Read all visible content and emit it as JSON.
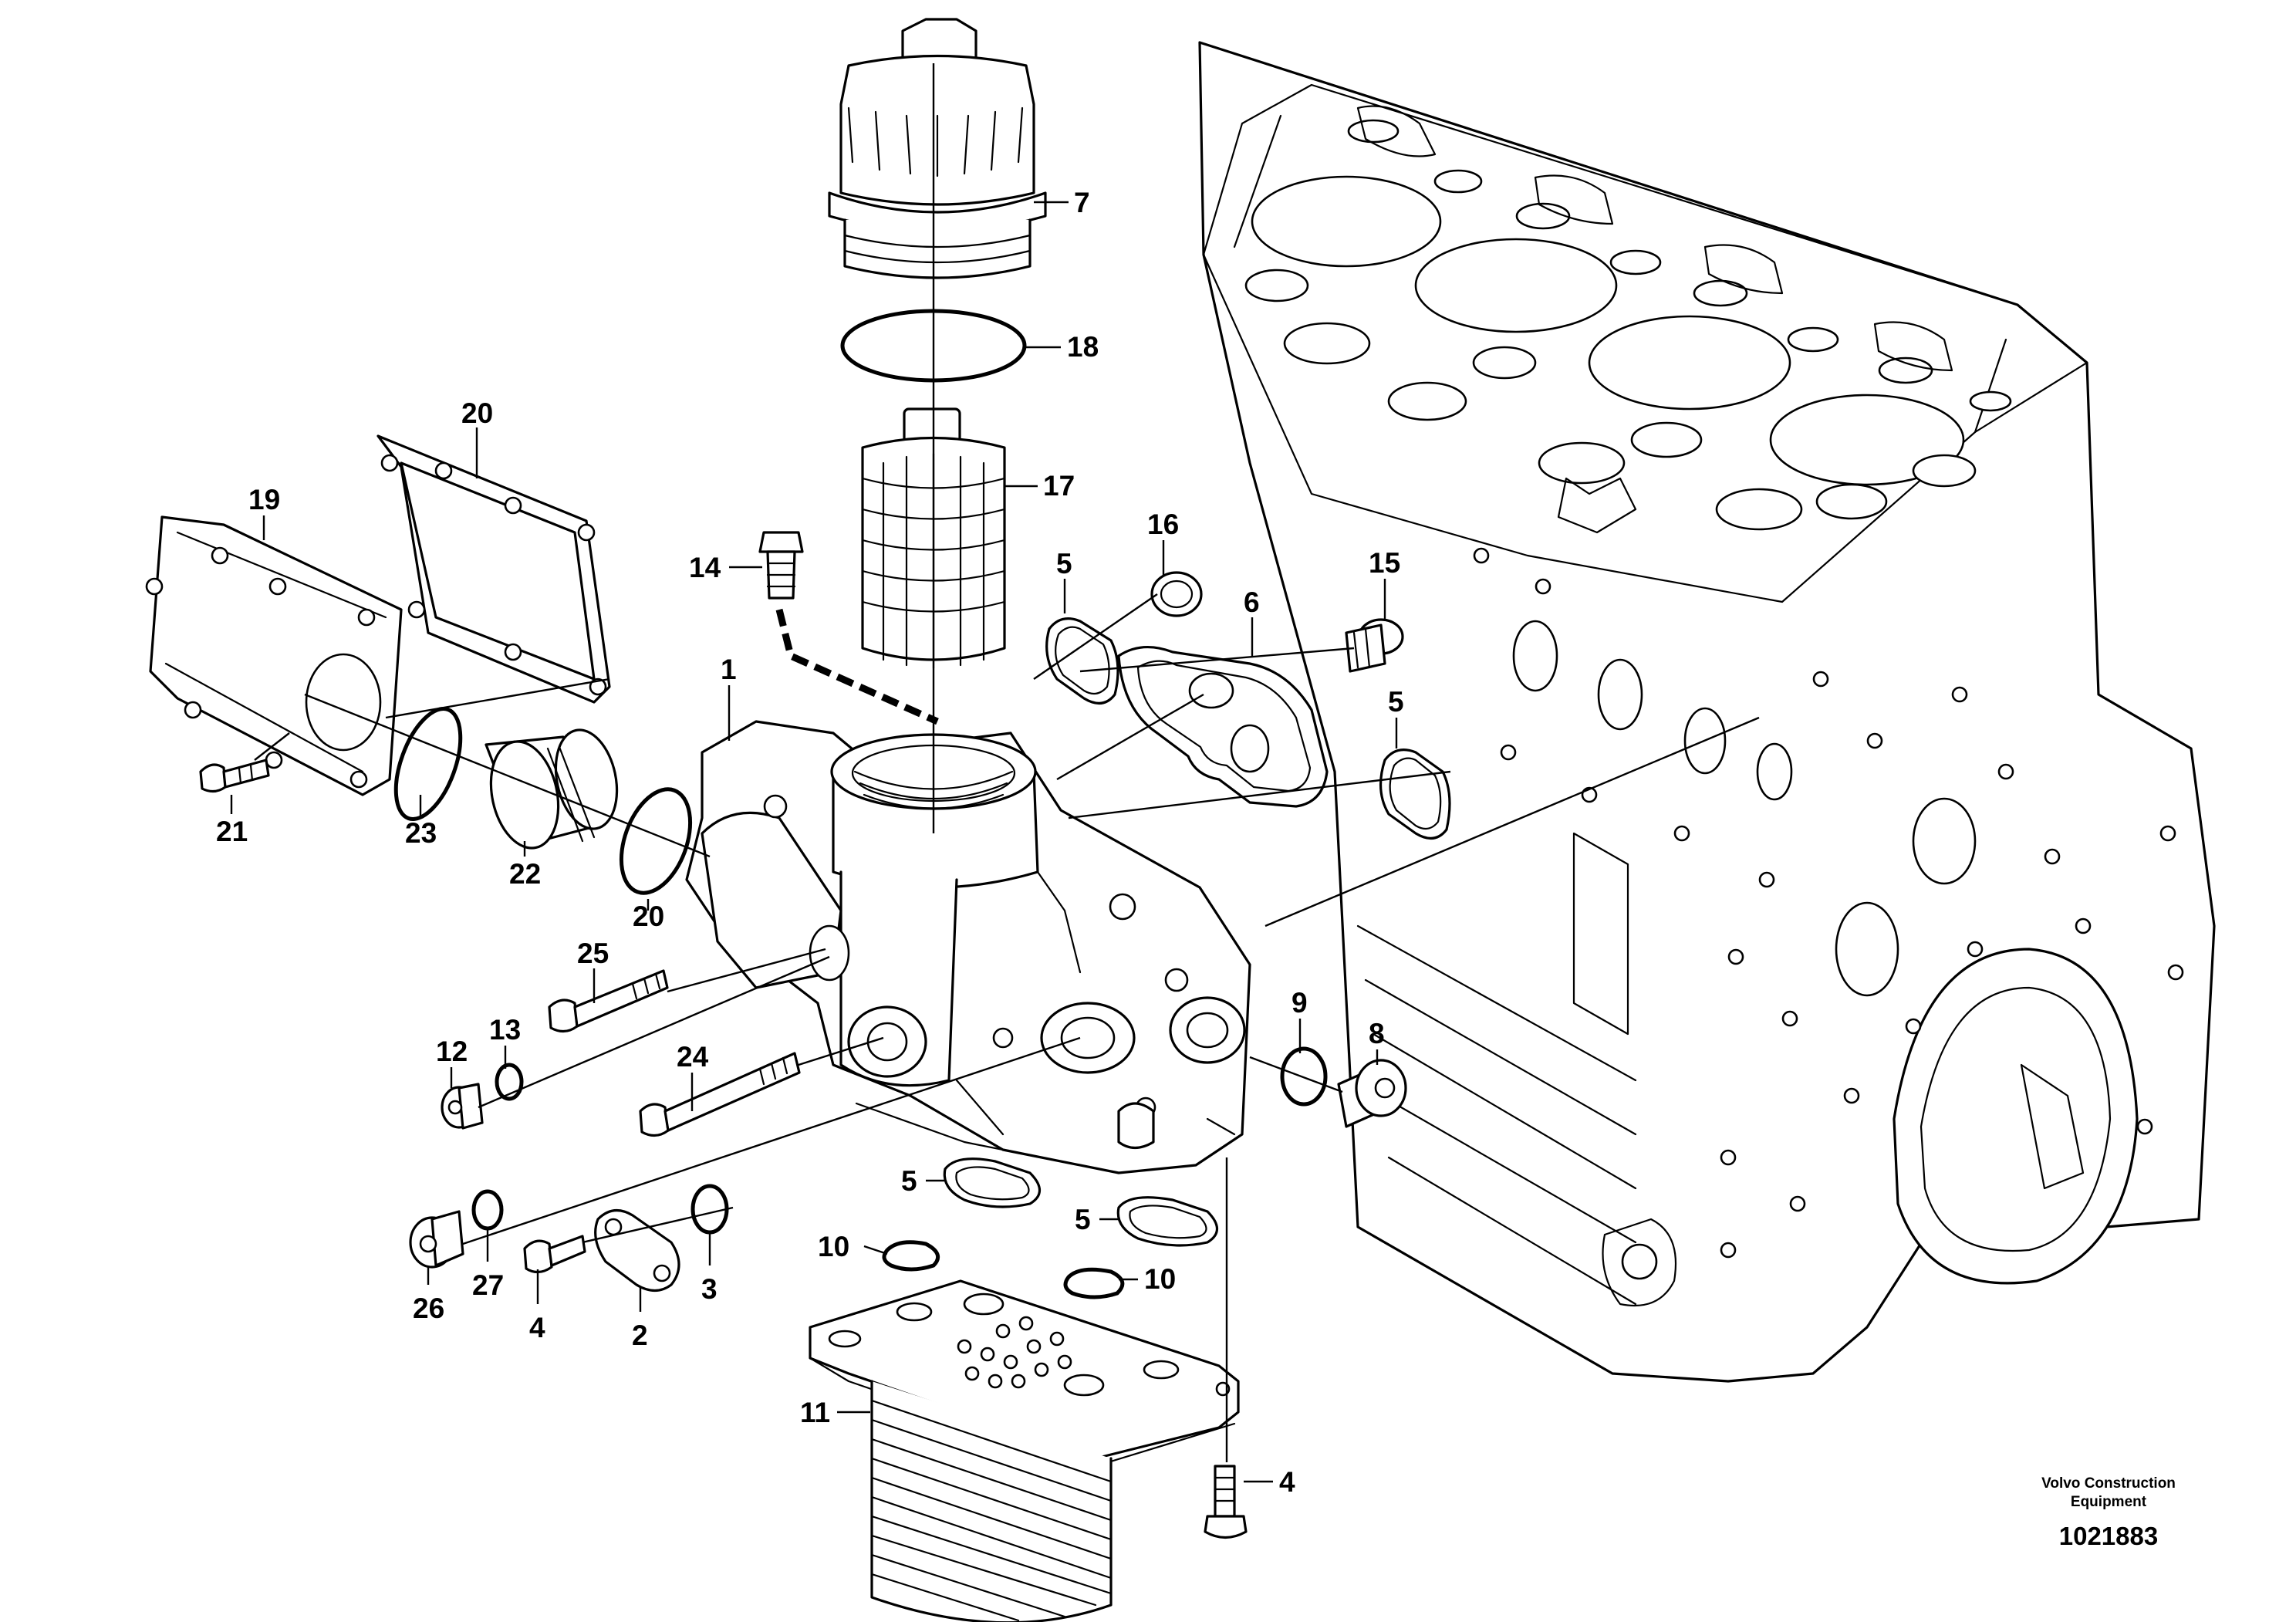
{
  "diagram": {
    "callouts": [
      {
        "id": "c7",
        "label": "7"
      },
      {
        "id": "c18",
        "label": "18"
      },
      {
        "id": "c17",
        "label": "17"
      },
      {
        "id": "c20a",
        "label": "20"
      },
      {
        "id": "c19",
        "label": "19"
      },
      {
        "id": "c14",
        "label": "14"
      },
      {
        "id": "c5a",
        "label": "5"
      },
      {
        "id": "c16",
        "label": "16"
      },
      {
        "id": "c15",
        "label": "15"
      },
      {
        "id": "c6",
        "label": "6"
      },
      {
        "id": "c5b",
        "label": "5"
      },
      {
        "id": "c1",
        "label": "1"
      },
      {
        "id": "c21",
        "label": "21"
      },
      {
        "id": "c23",
        "label": "23"
      },
      {
        "id": "c22",
        "label": "22"
      },
      {
        "id": "c20b",
        "label": "20"
      },
      {
        "id": "c25",
        "label": "25"
      },
      {
        "id": "c12",
        "label": "12"
      },
      {
        "id": "c13",
        "label": "13"
      },
      {
        "id": "c24",
        "label": "24"
      },
      {
        "id": "c9",
        "label": "9"
      },
      {
        "id": "c8",
        "label": "8"
      },
      {
        "id": "c5c",
        "label": "5"
      },
      {
        "id": "c5d",
        "label": "5"
      },
      {
        "id": "c10a",
        "label": "10"
      },
      {
        "id": "c10b",
        "label": "10"
      },
      {
        "id": "c26",
        "label": "26"
      },
      {
        "id": "c27",
        "label": "27"
      },
      {
        "id": "c4a",
        "label": "4"
      },
      {
        "id": "c2",
        "label": "2"
      },
      {
        "id": "c3",
        "label": "3"
      },
      {
        "id": "c11",
        "label": "11"
      },
      {
        "id": "c4b",
        "label": "4"
      }
    ]
  },
  "credit": {
    "line1": "Volvo Construction",
    "line2": "Equipment",
    "doc_number": "1021883"
  }
}
